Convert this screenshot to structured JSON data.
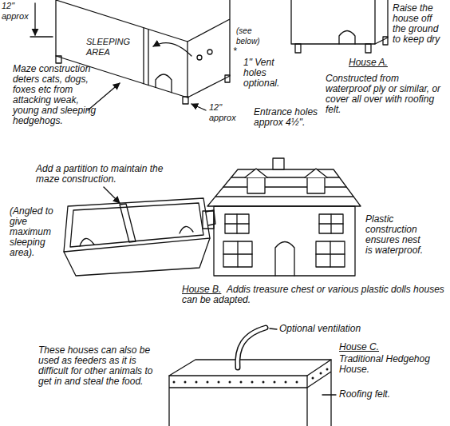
{
  "diagram": {
    "labels": [
      "12\" approx",
      "SLEEPING AREA",
      "(see below)",
      "*",
      "1\" Vent holes optional.",
      "Raise the house off the ground to keep dry",
      "House A.",
      "Maze construction deters cats, dogs, foxes etc from attacking weak, young and sleeping hedgehogs.",
      "12\" approx",
      "Entrance holes approx 4½\".",
      "Constructed from waterproof ply or similar, or cover all over with roofing felt.",
      "Add a partition to maintain the maze construction.",
      "(Angled to give maximum sleeping area).",
      "Plastic construction ensures nest is waterproof.",
      "House B.",
      "Addis treasure chest or various plastic dolls houses can be adapted.",
      "Optional ventilation",
      "These houses can also be used as feeders as it is difficult for other animals to get in and steal the food.",
      "House C.",
      "Traditional Hedgehog House.",
      "Roofing felt."
    ]
  }
}
